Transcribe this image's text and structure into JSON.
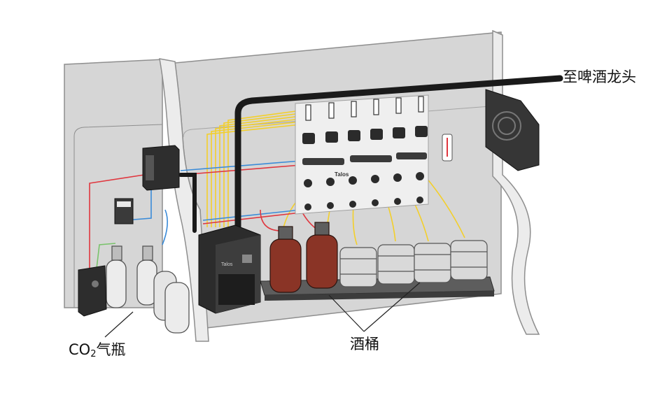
{
  "callouts": {
    "to_taps": "至啤酒龙头",
    "co2_prefix": "CO",
    "co2_sub": "2",
    "co2_suffix": "气瓶",
    "kegs": "酒桶"
  },
  "brand": "Talos",
  "components": {
    "taps_count": 6,
    "kegs_red": 2,
    "kegs_steel": 4,
    "co2_cylinders": 4
  },
  "colors": {
    "wall_fill": "#d6d6d6",
    "wall_edge": "#9a9a9a",
    "line_red": "#e0363e",
    "line_blue": "#3a8bd8",
    "line_yellow": "#f3cf2b",
    "line_green": "#79c36b",
    "trunk": "#1a1a1a",
    "keg_red": "#8a3426",
    "keg_steel": "#d9d9d9",
    "equipment": "#2f2f2f"
  }
}
